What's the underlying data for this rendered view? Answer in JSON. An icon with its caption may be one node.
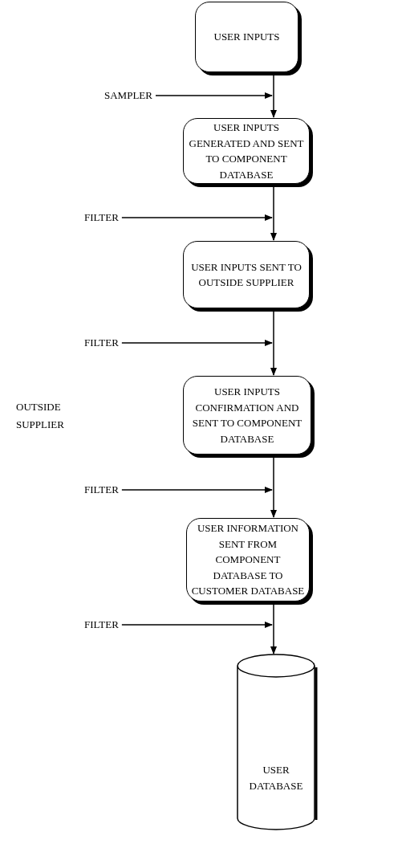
{
  "diagram": {
    "nodes": [
      {
        "text": [
          "USER  INPUTS"
        ]
      },
      {
        "text": [
          "SAMPLER"
        ]
      },
      {
        "text": [
          "USER  INPUTS GENERATED AND SENT TO COMPONENT DATABASE"
        ]
      },
      {
        "text": [
          "FILTER"
        ]
      },
      {
        "text": [
          "USER  INPUTS SENT TO OUTSIDE SUPPLIER"
        ]
      },
      {
        "text": [
          "FILTER"
        ]
      },
      {
        "text": [
          "USER  INPUTS CONFIRMATION AND SENT TO COMPONENT DATABASE"
        ]
      },
      {
        "text": [
          "FILTER"
        ]
      },
      {
        "text": [
          "USER  INFORMATION SENT FROM COMPONENT DATABASE TO CUSTOMER DATABASE"
        ]
      },
      {
        "text": [
          "FILTER"
        ]
      },
      {
        "text": [
          "USER DATABASE"
        ]
      }
    ],
    "edges": [
      {
        "from": 0,
        "to": 2,
        "arrow": "to"
      },
      {
        "from": 1,
        "to": null,
        "arrow": "to"
      },
      {
        "from": 2,
        "to": 4,
        "arrow": "to"
      },
      {
        "from": 3,
        "to": null,
        "arrow": "to"
      },
      {
        "from": 4,
        "to": 6,
        "arrow": "to"
      },
      {
        "from": 5,
        "to": null,
        "arrow": "to"
      },
      {
        "from": 6,
        "to": 8,
        "arrow": "to"
      },
      {
        "from": 7,
        "to": null,
        "arrow": "to"
      },
      {
        "from": 8,
        "to": 10,
        "arrow": "to"
      },
      {
        "from": 9,
        "to": null,
        "arrow": "to"
      }
    ],
    "labels": [
      "OUTSIDE SUPPLIER"
    ]
  }
}
